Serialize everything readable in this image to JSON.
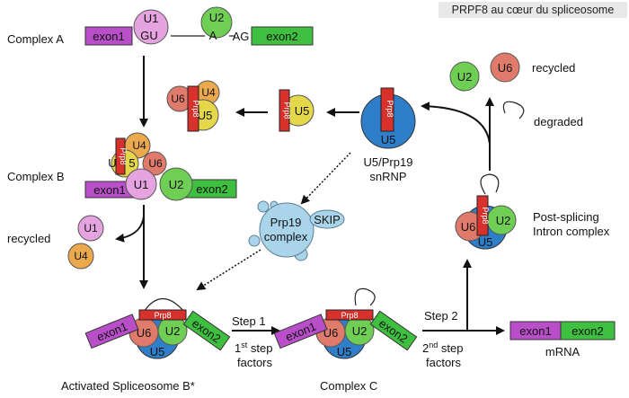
{
  "title": "PRPF8 au cœur du spliceosome",
  "colors": {
    "exon": "#b84fc9",
    "exon2": "#3fbf3f",
    "u1": "#e5a3e0",
    "u2": "#6fcf55",
    "u4": "#eaa94c",
    "u5": "#2f7ec9",
    "u6": "#e07a6a",
    "prp8": "#d8302a",
    "prp19": "#a9d4ea",
    "yellow": "#e4d84a"
  },
  "complexA": {
    "label": "Complex A",
    "exon1": "exon1",
    "exon2": "exon2",
    "u1": "U1",
    "u2": "U2",
    "gu": "GU",
    "a": "A",
    "ag": "AG"
  },
  "triSnRNP": {
    "u6": "U6",
    "u4": "U4",
    "u5": "U5",
    "prp8": "Prp8"
  },
  "u5prp": {
    "u5": "U5",
    "prp8": "Prp8"
  },
  "u5big": {
    "u5": "U5",
    "prp8": "Prp8",
    "label_line1": "U5/Prp19",
    "label_line2": "snRNP"
  },
  "complexB": {
    "label": "Complex B",
    "u4": "U4",
    "u6": "U6",
    "u5": "5",
    "u": "U",
    "prp8": "Prp8",
    "u1": "U1",
    "u2": "U2",
    "exon1": "exon1",
    "exon2": "exon2"
  },
  "recycled_left": {
    "label": "recycled",
    "u1": "U1",
    "u4": "U4"
  },
  "prp19": {
    "line1": "Prp19",
    "line2": "complex",
    "skip": "SKIP"
  },
  "activated": {
    "label": "Activated Spliceosome B*",
    "exon1": "exon1",
    "exon2": "exon2",
    "prp8": "Prp8",
    "u6": "U6",
    "u2": "U2",
    "u5": "U5"
  },
  "step1": {
    "label": "Step 1",
    "ord": "1",
    "sup": "st",
    "word": " step",
    "factors": "factors"
  },
  "complexC": {
    "label": "Complex C",
    "exon1": "exon1",
    "exon2": "exon2",
    "prp8": "Prp8",
    "u6": "U6",
    "u2": "U2",
    "u5": "U5"
  },
  "step2": {
    "label": "Step 2",
    "ord": "2",
    "sup": "nd",
    "word": " step",
    "factors": "factors"
  },
  "mrna": {
    "label": "mRNA",
    "exon1": "exon1",
    "exon2": "exon2"
  },
  "post": {
    "line1": "Post-splicing",
    "line2": "Intron complex",
    "u6": "U6",
    "u2": "U2",
    "u5": "U5",
    "prp8": "Prp8"
  },
  "recycled_right": {
    "label": "recycled",
    "u2": "U2",
    "u6": "U6"
  },
  "degraded": {
    "label": "degraded"
  }
}
